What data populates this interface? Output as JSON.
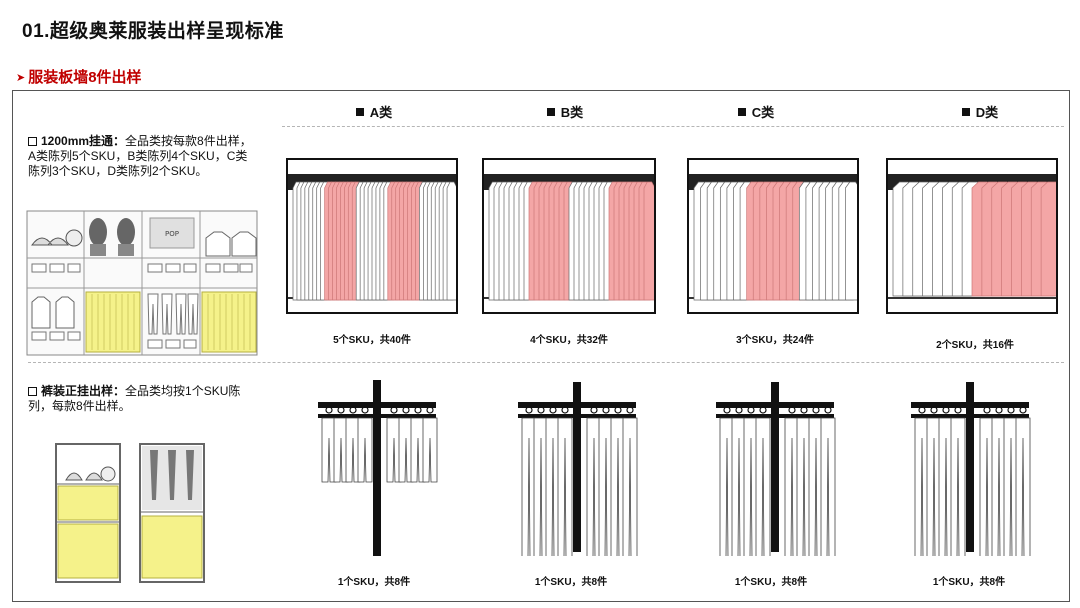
{
  "title": "01.超级奥莱服装出样呈现标准",
  "subtitle": "服装板墙8件出样",
  "columns": [
    "A类",
    "B类",
    "C类",
    "D类"
  ],
  "section1": {
    "heading": "1200mm挂通：",
    "text": "全品类按每款8件出样，A类陈列5个SKU，B类陈列4个SKU，C类陈列3个SKU，D类陈列2个SKU。",
    "pop_label": "POP",
    "captions": [
      "5个SKU，共40件",
      "4个SKU，共32件",
      "3个SKU，共24件",
      "2个SKU，共16件"
    ],
    "pink_groups": [
      [
        1,
        3
      ],
      [
        1,
        3
      ],
      [
        1
      ],
      [
        1
      ]
    ],
    "group_counts": [
      5,
      4,
      3,
      2
    ]
  },
  "section2": {
    "heading": "裤装正挂出样：",
    "text": "全品类均按1个SKU陈列，每款8件出样。",
    "captions": [
      "1个SKU，共8件",
      "1个SKU，共8件",
      "1个SKU，共8件",
      "1个SKU，共8件"
    ]
  },
  "colors": {
    "pink": "#f4a6a6",
    "yellow": "#f5f28a",
    "title_red": "#c00000"
  }
}
